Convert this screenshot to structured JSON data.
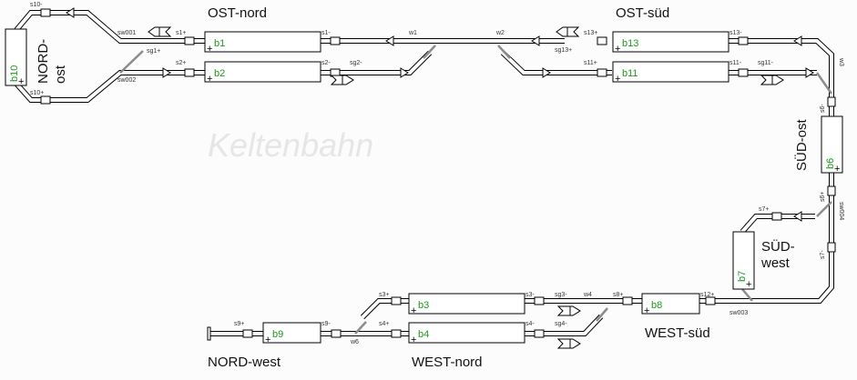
{
  "watermark": "Keltenbahn",
  "areas": {
    "ost_nord": "OST-nord",
    "ost_sued": "OST-süd",
    "nord_ost_1": "NORD-",
    "nord_ost_2": "ost",
    "sued_ost": "SÜD-ost",
    "sued_west_1": "SÜD-",
    "sued_west_2": "west",
    "west_sued": "WEST-süd",
    "west_nord": "WEST-nord",
    "nord_west": "NORD-west"
  },
  "blocks": {
    "b1": "b1",
    "b2": "b2",
    "b3": "b3",
    "b4": "b4",
    "b6": "b6",
    "b7": "b7",
    "b8": "b8",
    "b9": "b9",
    "b10": "b10",
    "b11": "b11",
    "b13": "b13",
    "plus": "+"
  },
  "sensors": {
    "s1p": "s1+",
    "s1m": "s1-",
    "s2p": "s2+",
    "s2m": "s2-",
    "s3p": "s3+",
    "s3m": "s3-",
    "s4p": "s4+",
    "s4m": "s4-",
    "s6p": "s6+",
    "s6m": "s6-",
    "s7p": "s7+",
    "s7m": "s7-",
    "s8p": "s8+",
    "s9p": "s9+",
    "s9m": "s9-",
    "s10p": "s10+",
    "s10m": "s10-",
    "s11p": "s11+",
    "s11m": "s11-",
    "s12p": "s12+",
    "s13p": "s13+",
    "s13m": "s13-"
  },
  "switches": {
    "w1": "w1",
    "w2": "w2",
    "w3": "w3",
    "w4": "w4",
    "w6": "w6",
    "sw001": "sw001",
    "sw002": "sw002",
    "sw003": "sw003",
    "sw004": "sw004"
  },
  "signals": {
    "sg1p": "sg1+",
    "sg2m": "sg2-",
    "sg3m": "sg3-",
    "sg4m": "sg4-",
    "sg11m": "sg11-",
    "sg13p": "sg13+"
  }
}
